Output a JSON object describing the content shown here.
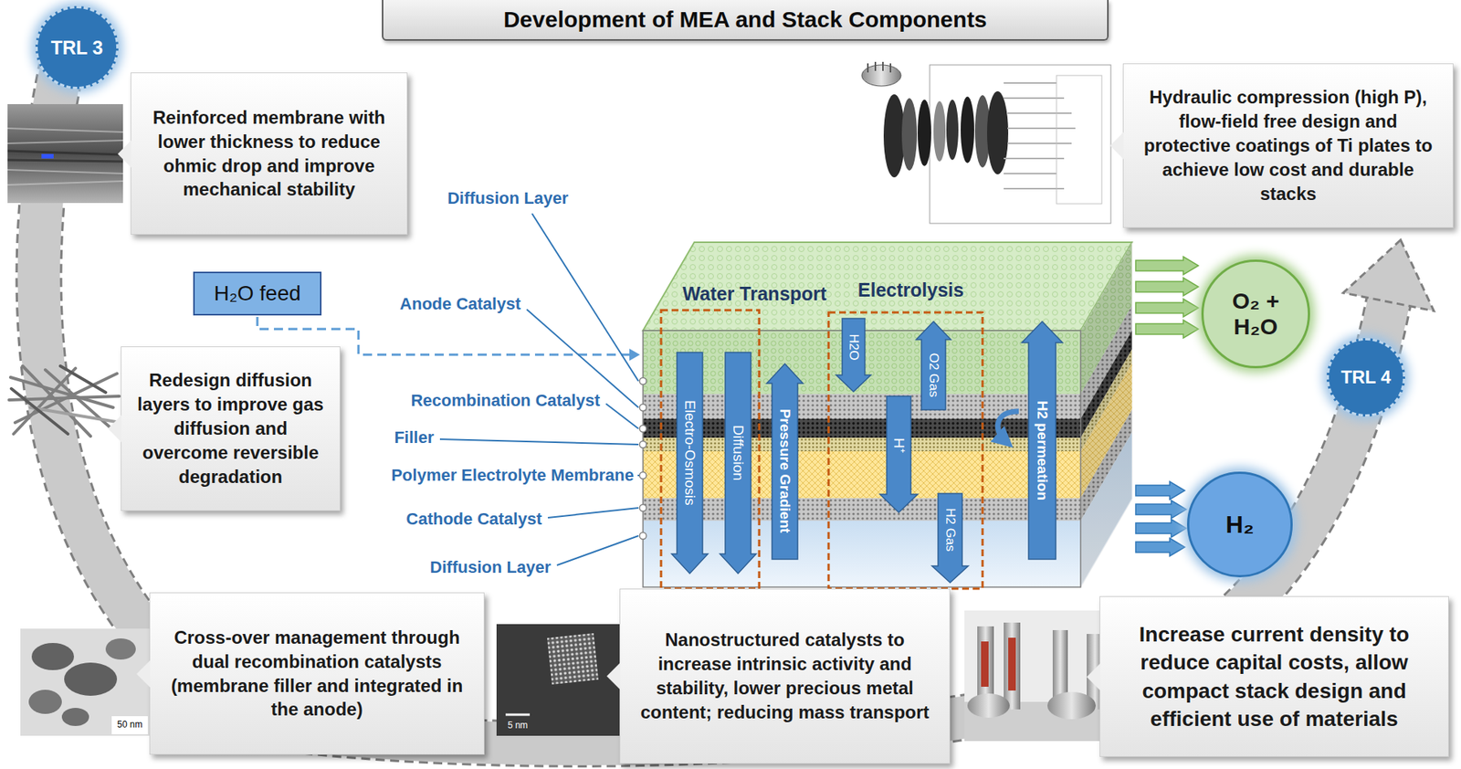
{
  "diagram": {
    "title": "Development of MEA and Stack Components",
    "nodes": [
      {
        "text": [
          "TRL 3"
        ]
      },
      {
        "text": [
          "Reinforced membrane with lower thickness to reduce ohmic drop and improve mechanical stability"
        ]
      },
      {
        "text": [
          "Hydraulic compression (high P), flow-field free design and protective coatings of Ti plates to achieve low cost and durable stacks"
        ]
      },
      {
        "text": [
          "H₂O feed"
        ]
      },
      {
        "text": [
          "O₂ + H₂O"
        ]
      },
      {
        "text": [
          "TRL 4"
        ]
      },
      {
        "text": [
          "Redesign diffusion layers to improve gas diffusion and overcome reversible degradation"
        ]
      },
      {
        "text": [
          "H₂"
        ]
      },
      {
        "text": [
          "Cross-over management through dual recombination catalysts (membrane filler and integrated in the anode)"
        ]
      },
      {
        "text": [
          "Nanostructured catalysts to increase intrinsic activity and stability, lower precious metal content; reducing mass transport"
        ]
      },
      {
        "text": [
          "Increase current density to reduce capital costs, allow compact stack design and efficient use of materials"
        ]
      }
    ],
    "labels": [
      "Diffusion Layer",
      "Anode Catalyst",
      "Recombination Catalyst",
      "Filler",
      "Polymer Electrolyte Membrane",
      "Cathode Catalyst",
      "Diffusion Layer",
      "Water Transport",
      "Electrolysis",
      "Electro-Osmosis",
      "Diffusion",
      "Pressure Gradient",
      "H2O",
      "O2 Gas",
      "H⁺",
      "H2 Gas",
      "H2 permeation",
      "50 nm",
      "5 nm"
    ]
  }
}
